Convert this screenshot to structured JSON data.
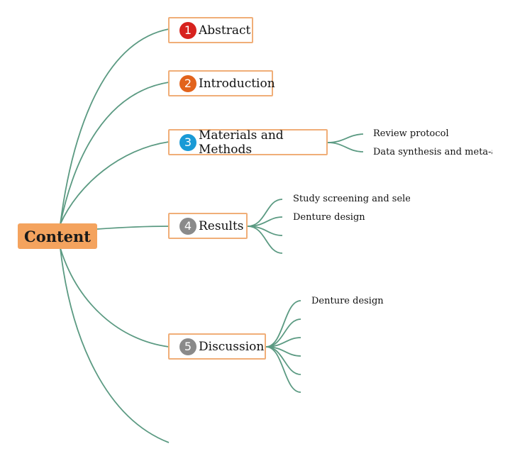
{
  "root": {
    "label": "Content"
  },
  "topics": [
    {
      "number": "1",
      "label": "Abstract",
      "badge_color": "#d7221e"
    },
    {
      "number": "2",
      "label": "Introduction",
      "badge_color": "#e2631c"
    },
    {
      "number": "3",
      "label": "Materials and Methods",
      "badge_color": "#1a9ad6"
    },
    {
      "number": "4",
      "label": "Results",
      "badge_color": "#8a8a8a"
    },
    {
      "number": "5",
      "label": "Discussion",
      "badge_color": "#8a8a8a"
    }
  ],
  "subtopics": {
    "materials_methods": [
      "Review protocol",
      "Data synthesis and meta-anal"
    ],
    "results": [
      "Study screening and selectio",
      "Denture design"
    ],
    "discussion": [
      "Denture design"
    ]
  },
  "colors": {
    "link": "#5b9a82",
    "root_fill": "#f4a35e",
    "topic_border": "#f0ae78"
  }
}
